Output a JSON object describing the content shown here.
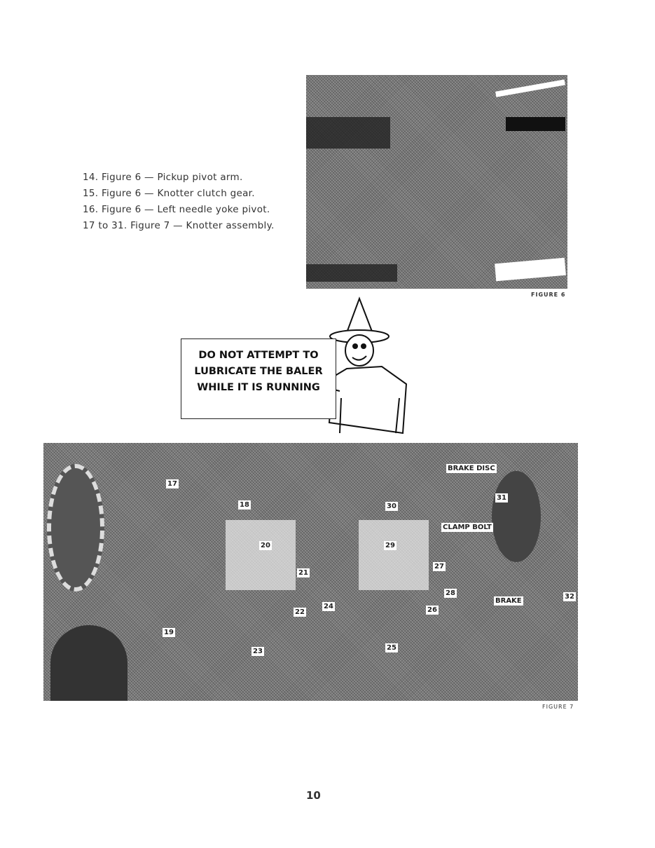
{
  "list_items": [
    "14.  Figure 6 — Pickup pivot arm.",
    "15.  Figure 6 — Knotter clutch gear.",
    "16.  Figure 6 — Left needle yoke pivot.",
    "17 to 31.  Figure 7 — Knotter assembly."
  ],
  "figure6": {
    "caption": "FIGURE 6"
  },
  "poster": {
    "lines": [
      "DO NOT ATTEMPT TO",
      "LUBRICATE THE BALER",
      "WHILE IT IS RUNNING"
    ]
  },
  "figure7": {
    "caption": "FIGURE 7",
    "callouts": [
      "17",
      "18",
      "30",
      "20",
      "29",
      "21",
      "27",
      "22",
      "24",
      "28",
      "26",
      "19",
      "23",
      "25",
      "31",
      "32"
    ],
    "text_labels": [
      "BRAKE DISC",
      "CLAMP BOLT",
      "BRAKE"
    ]
  },
  "page_number": "10"
}
